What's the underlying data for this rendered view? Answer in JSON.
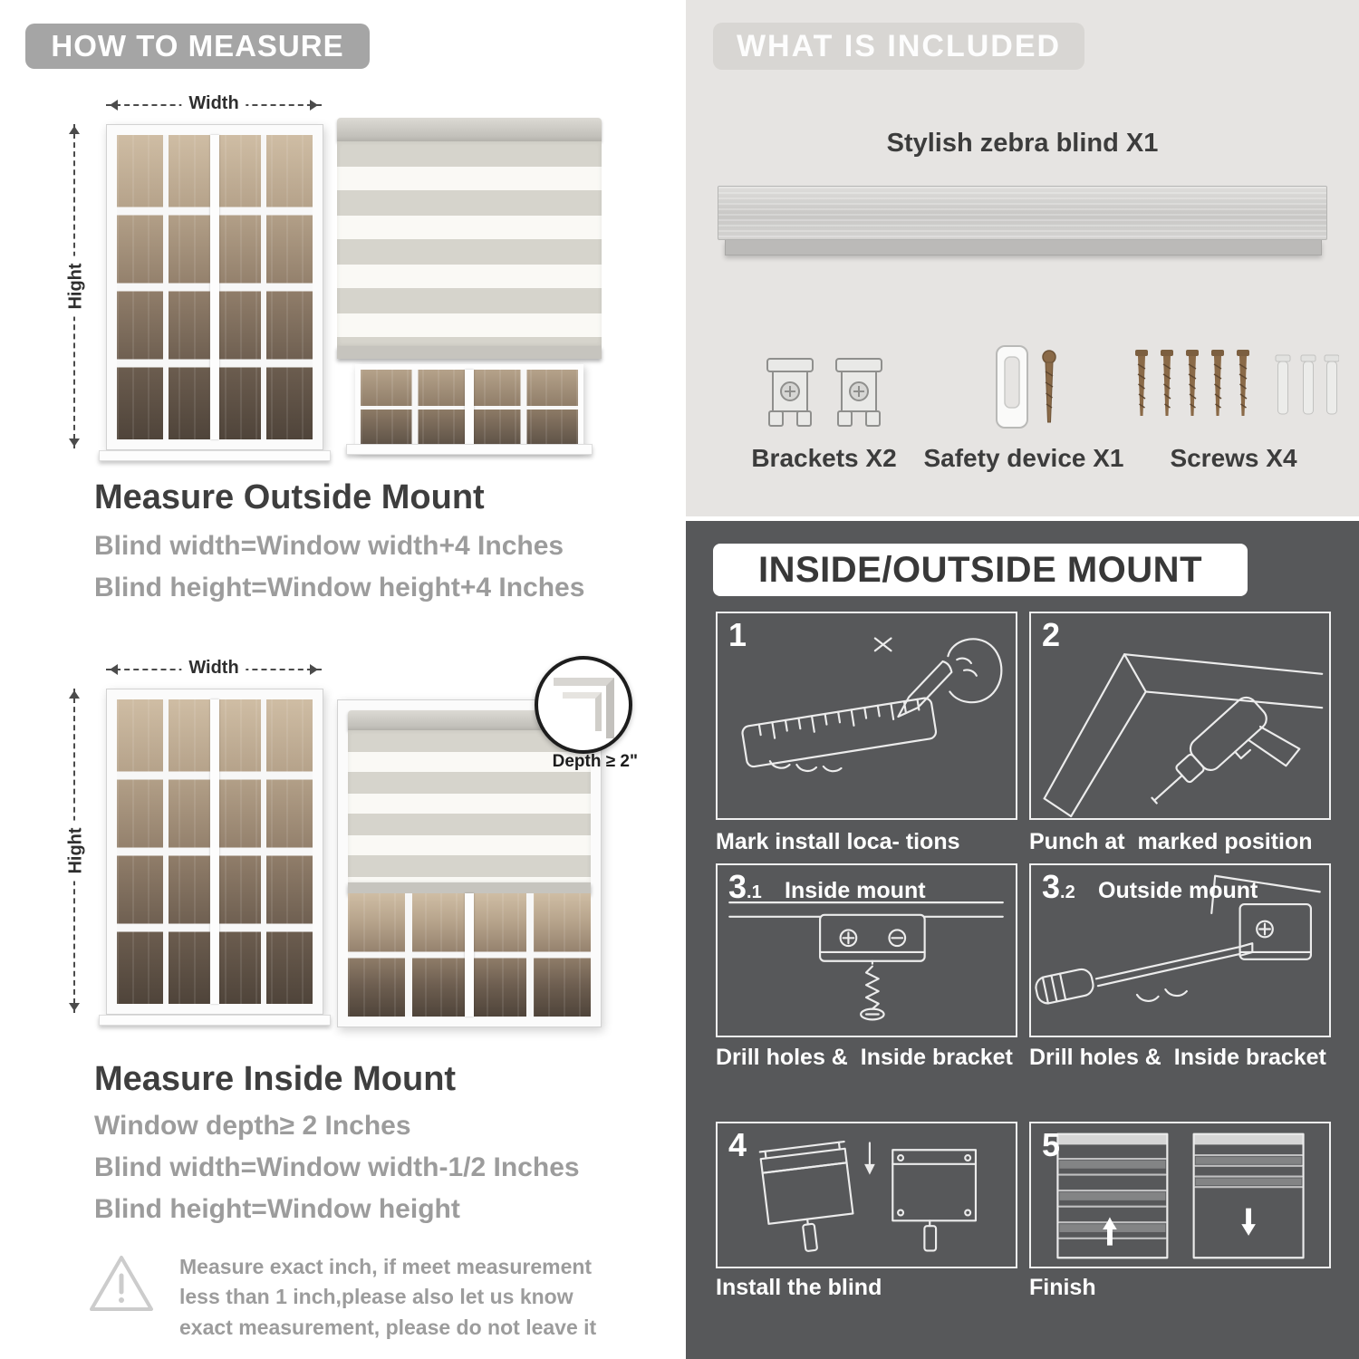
{
  "colors": {
    "banner_gray": "#a5a5a5",
    "section_light": "#e6e4e2",
    "section_dark": "#57585a",
    "text_dark": "#3c3c3c",
    "text_gray": "#9c9c9c"
  },
  "how_to_measure": {
    "header": "HOW TO MEASURE",
    "outside": {
      "width_label": "Width",
      "height_label": "Hight",
      "title": "Measure Outside Mount",
      "line1": "Blind width=Window width+4 Inches",
      "line2": "Blind height=Window height+4 Inches"
    },
    "inside": {
      "width_label": "Width",
      "height_label": "Hight",
      "depth_note": "Depth ≥ 2\"",
      "title": "Measure Inside Mount",
      "line1": "Window depth≥ 2 Inches",
      "line2": "Blind width=Window width-1/2 Inches",
      "line3": "Blind height=Window height"
    },
    "warning_text": "Measure exact inch, if meet measurement less than 1 inch,please also let us know exact measurement, please do not leave it"
  },
  "what_is_included": {
    "header": "WHAT IS INCLUDED",
    "product_label": "Stylish zebra blind X1",
    "items": [
      {
        "label": "Brackets X2"
      },
      {
        "label": "Safety device X1"
      },
      {
        "label": "Screws X4"
      }
    ]
  },
  "mount_guide": {
    "header": "INSIDE/OUTSIDE MOUNT",
    "steps": [
      {
        "num": "1",
        "caption": "Mark install loca- tions"
      },
      {
        "num": "2",
        "caption": "Punch at  marked position"
      },
      {
        "num": "3",
        "sub": ".1",
        "label": "Inside mount",
        "caption": "Drill holes &  Inside bracket"
      },
      {
        "num": "3",
        "sub": ".2",
        "label": "Outside mount",
        "caption": "Drill holes &  Inside bracket"
      },
      {
        "num": "4",
        "caption": "Install the blind"
      },
      {
        "num": "5",
        "caption": "Finish"
      }
    ]
  }
}
